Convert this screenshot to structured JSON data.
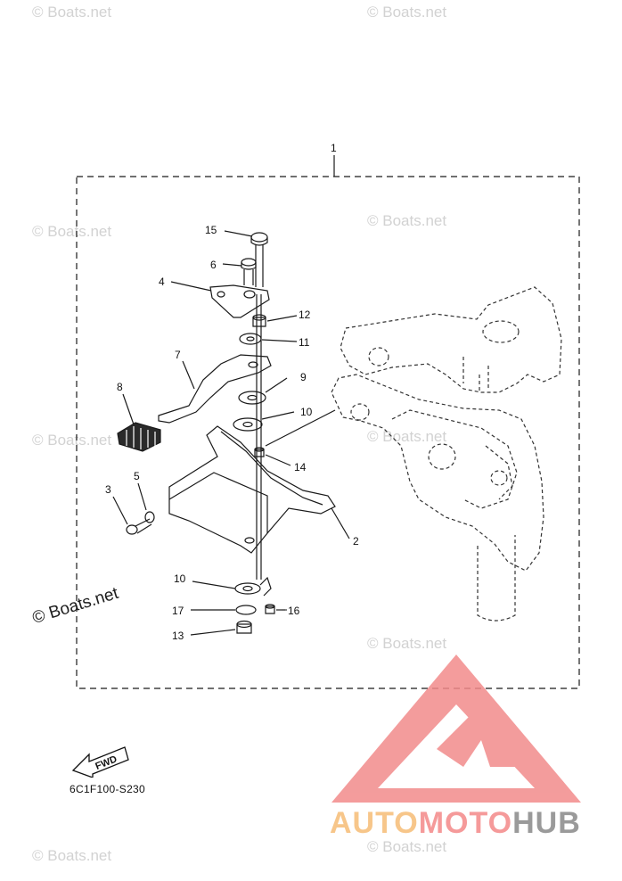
{
  "watermark": {
    "text": "© Boats.net"
  },
  "diagram": {
    "code": "6C1F100-S230",
    "fwd_label": "FWD",
    "callouts": [
      "1",
      "2",
      "3",
      "4",
      "5",
      "6",
      "7",
      "8",
      "9",
      "10",
      "11",
      "12",
      "13",
      "14",
      "15",
      "16",
      "17"
    ]
  },
  "logo": {
    "part1": "AUTO",
    "part2": "MOTO",
    "part3": "HUB"
  },
  "colors": {
    "line": "#1a1a1a",
    "watermark": "#d2d2d2",
    "logo_red": "#f28b8b",
    "logo_orange": "#f7c68a"
  }
}
